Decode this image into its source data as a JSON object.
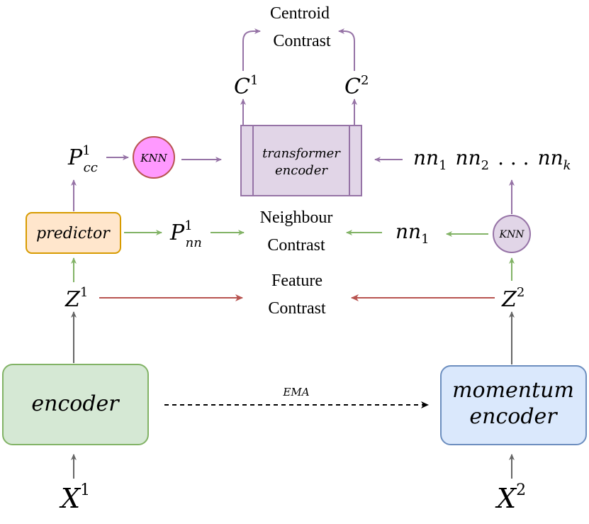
{
  "colors": {
    "purple_stroke": "#9673a6",
    "purple_fill": "#e1d5e7",
    "green_stroke": "#82b366",
    "green_fill": "#d5e8d4",
    "blue_stroke": "#6c8ebf",
    "blue_fill": "#dae8fc",
    "orange_stroke": "#d79b00",
    "orange_fill": "#ffe6cc",
    "pink_stroke": "#b85450",
    "pink_fill": "#ff99ff",
    "red_arrow": "#b85450",
    "gray_arrow": "#666666",
    "text": "#000000"
  },
  "labels": {
    "centroid_line1": "Centroid",
    "centroid_line2": "Contrast",
    "c1_base": "C",
    "c1_sup": "1",
    "c2_base": "C",
    "c2_sup": "2",
    "transformer_line1": "transformer",
    "transformer_line2": "encoder",
    "pcc_base": "P",
    "pcc_sup": "1",
    "pcc_sub": "cc",
    "knn_left": "KNN",
    "knn_right": "KNN",
    "nn_sequence": {
      "nn1_base": "nn",
      "nn1_sub": "1",
      "nn2_base": "nn",
      "nn2_sub": "2",
      "ellipsis": ". . .",
      "nnk_base": "nn",
      "nnk_sub": "k"
    },
    "predictor": "predictor",
    "pnn_base": "P",
    "pnn_sup": "1",
    "pnn_sub": "nn",
    "neighbour_line1": "Neighbour",
    "neighbour_line2": "Contrast",
    "nn1_right_base": "nn",
    "nn1_right_sub": "1",
    "z1_base": "Z",
    "z1_sup": "1",
    "z2_base": "Z",
    "z2_sup": "2",
    "feature_line1": "Feature",
    "feature_line2": "Contrast",
    "encoder": "encoder",
    "ema": "EMA",
    "momentum_line1": "momentum",
    "momentum_line2": "encoder",
    "x1_base": "X",
    "x1_sup": "1",
    "x2_base": "X",
    "x2_sup": "2"
  }
}
